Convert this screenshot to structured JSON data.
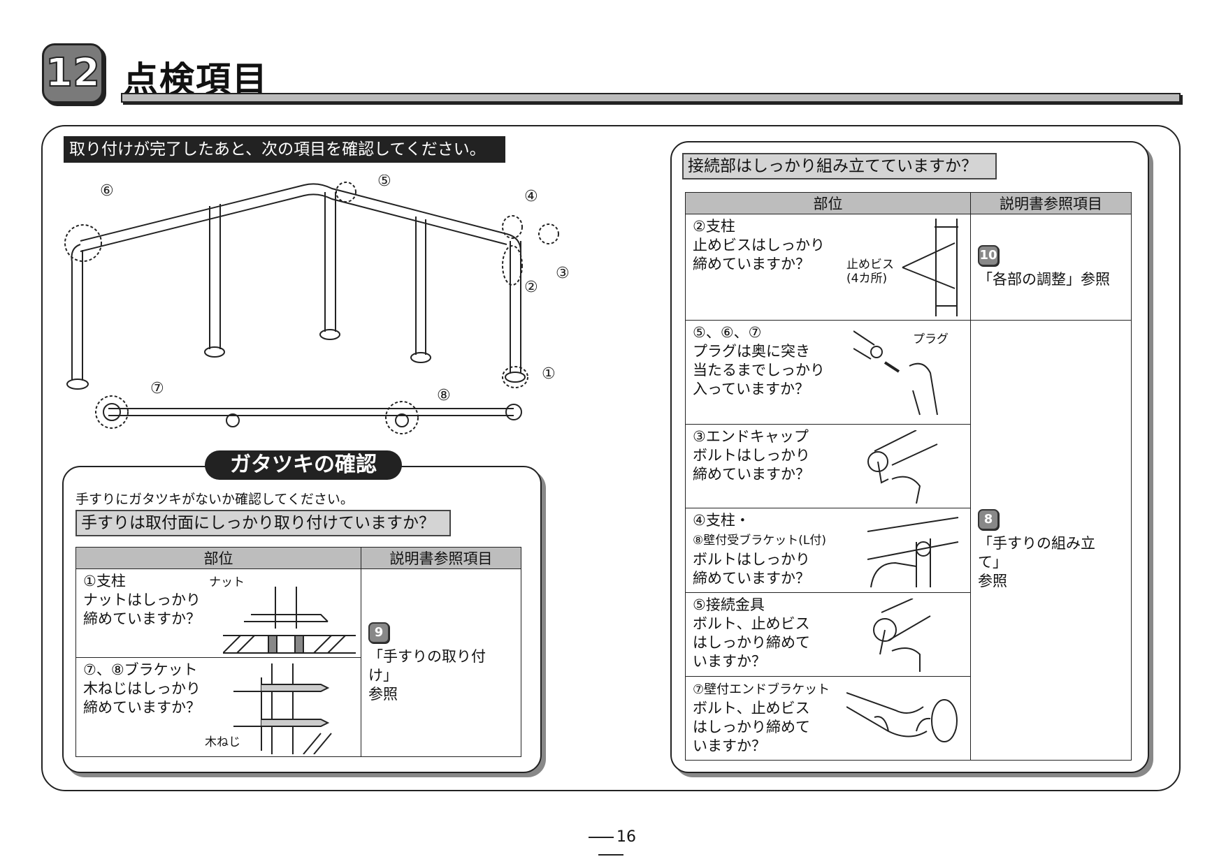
{
  "section": {
    "number": "12",
    "title": "点検項目"
  },
  "intro": "取り付けが完了したあと、次の項目を確認してください。",
  "diagram": {
    "markers": [
      "①",
      "②",
      "③",
      "④",
      "⑤",
      "⑥",
      "⑦",
      "⑧"
    ]
  },
  "gatatsuki": {
    "title": "ガタツキの確認",
    "instruction": "手すりにガタツキがないか確認してください。",
    "question": "手すりは取付面にしっかり取り付けていますか？",
    "headers": [
      "部位",
      "説明書参照項目"
    ],
    "rows": [
      {
        "text": "①支柱\nナットはしっかり\n締めていますか？",
        "callout": "ナット"
      },
      {
        "text": "⑦、⑧ブラケット\n木ねじはしっかり\n締めていますか？",
        "callout": "木ねじ"
      }
    ],
    "ref": {
      "num": "9",
      "text": "「手すりの取り付け」\n参照"
    }
  },
  "assembly": {
    "question": "接続部はしっかり組み立てていますか？",
    "headers": [
      "部位",
      "説明書参照項目"
    ],
    "rows": [
      {
        "text": "②支柱\n止めビスはしっかり\n締めていますか？",
        "callout": "止めビス\n(4カ所)"
      },
      {
        "text": "⑤、⑥、⑦\nプラグは奥に突き\n当たるまでしっかり\n入っていますか？",
        "callout": "プラグ"
      },
      {
        "text": "③エンドキャップ\nボルトはしっかり\n締めていますか？"
      },
      {
        "line1": "④支柱・",
        "line2": "⑧壁付受ブラケット(L付)",
        "line3": "ボルトはしっかり\n締めていますか？"
      },
      {
        "text": "⑤接続金具\nボルト、止めビス\nはしっかり締めて\nいますか？"
      },
      {
        "line1": "⑦壁付エンドブラケット",
        "line3": "ボルト、止めビス\nはしっかり締めて\nいますか？"
      }
    ],
    "refs": [
      {
        "num": "10",
        "text": "「各部の調整」参照"
      },
      {
        "num": "8",
        "text": "「手すりの組み立て」\n参照"
      }
    ]
  },
  "page_number": "16"
}
